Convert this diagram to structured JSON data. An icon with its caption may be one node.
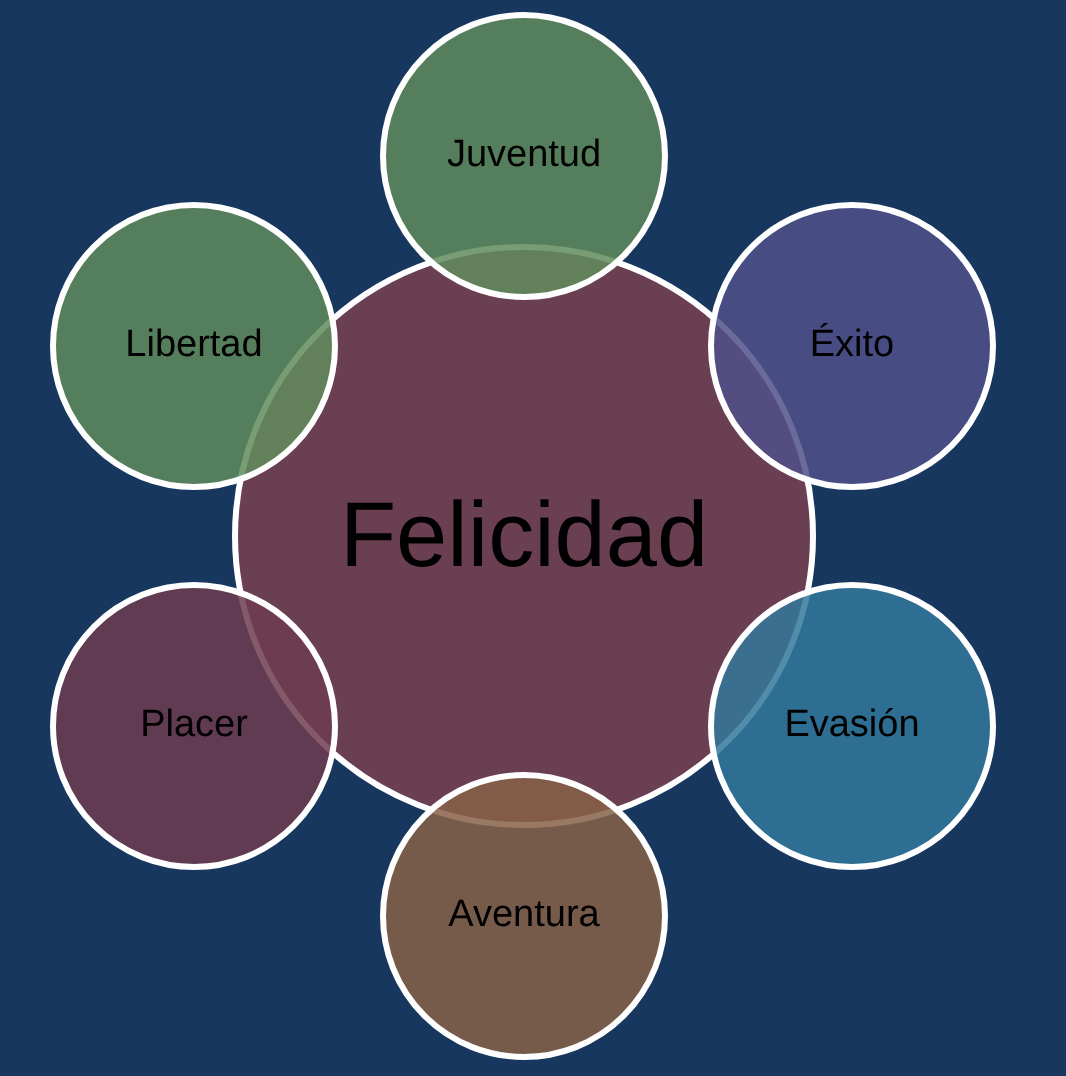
{
  "diagram": {
    "nodes": [
      {
        "text": [
          "Felicidad"
        ]
      },
      {
        "text": [
          "Juventud"
        ]
      },
      {
        "text": [
          "Éxito"
        ]
      },
      {
        "text": [
          "Evasión"
        ]
      },
      {
        "text": [
          "Aventura"
        ]
      },
      {
        "text": [
          "Placer"
        ]
      },
      {
        "text": [
          "Libertad"
        ]
      }
    ]
  }
}
